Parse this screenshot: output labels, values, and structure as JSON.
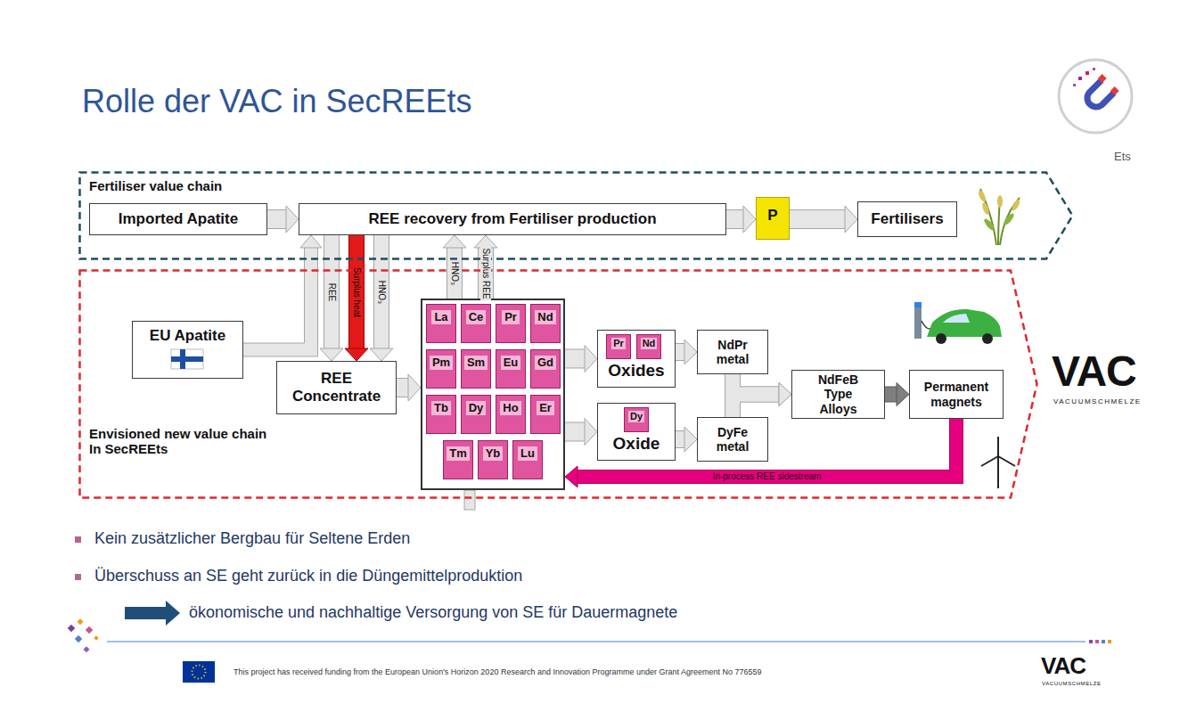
{
  "diagram": {
    "title": "Rolle der VAC in SecREEts",
    "nodes": [
      {
        "text": [
          "Fertiliser value chain"
        ]
      },
      {
        "text": [
          "Imported Apatite"
        ],
        "in": 0
      },
      {
        "text": [
          "REE recovery from Fertiliser production"
        ],
        "in": 0
      },
      {
        "text": [
          "P"
        ],
        "in": 0
      },
      {
        "text": [
          "Fertilisers"
        ],
        "in": 0
      },
      {
        "text": [
          "Envisioned new value chain In SecREEts"
        ]
      },
      {
        "text": [
          "EU Apatite"
        ],
        "in": 5
      },
      {
        "text": [
          "REE Concentrate"
        ],
        "in": 5
      },
      {
        "text": [],
        "in": 5
      },
      {
        "text": [
          "La"
        ],
        "in": 8
      },
      {
        "text": [
          "Ce"
        ],
        "in": 8
      },
      {
        "text": [
          "Pr"
        ],
        "in": 8
      },
      {
        "text": [
          "Nd"
        ],
        "in": 8
      },
      {
        "text": [
          "Pm"
        ],
        "in": 8
      },
      {
        "text": [
          "Sm"
        ],
        "in": 8
      },
      {
        "text": [
          "Eu"
        ],
        "in": 8
      },
      {
        "text": [
          "Gd"
        ],
        "in": 8
      },
      {
        "text": [
          "Tb"
        ],
        "in": 8
      },
      {
        "text": [
          "Dy"
        ],
        "in": 8
      },
      {
        "text": [
          "Ho"
        ],
        "in": 8
      },
      {
        "text": [
          "Er"
        ],
        "in": 8
      },
      {
        "text": [
          "Tm"
        ],
        "in": 8
      },
      {
        "text": [
          "Yb"
        ],
        "in": 8
      },
      {
        "text": [
          "Lu"
        ],
        "in": 8
      },
      {
        "text": [
          "Oxides"
        ],
        "in": 5
      },
      {
        "text": [
          "Pr"
        ],
        "in": 24
      },
      {
        "text": [
          "Nd"
        ],
        "in": 24
      },
      {
        "text": [
          "Oxide"
        ],
        "in": 5
      },
      {
        "text": [
          "Dy"
        ],
        "in": 27
      },
      {
        "text": [
          "NdPr metal"
        ],
        "in": 5
      },
      {
        "text": [
          "DyFe metal"
        ],
        "in": 5
      },
      {
        "text": [
          "NdFeB Type Alloys"
        ],
        "in": 5
      },
      {
        "text": [
          "Permanent magnets"
        ],
        "in": 5
      }
    ],
    "edges": [
      {
        "from": 1,
        "to": 2,
        "arrow": "to"
      },
      {
        "from": 6,
        "to": 2,
        "arrow": "to"
      },
      {
        "from": 2,
        "to": 7,
        "label": "REE",
        "arrow": "to"
      },
      {
        "from": 2,
        "to": 7,
        "label": "Surplus heat",
        "arrow": "to"
      },
      {
        "from": 2,
        "to": 7,
        "label": "HNO₃",
        "arrow": "to"
      },
      {
        "from": 7,
        "to": 8,
        "arrow": "to"
      },
      {
        "from": 8,
        "to": 2,
        "label": "HNO₃",
        "arrow": "to"
      },
      {
        "from": 8,
        "to": 2,
        "label": "Surplus REE",
        "arrow": "to"
      },
      {
        "from": 2,
        "to": 3,
        "arrow": "to"
      },
      {
        "from": 3,
        "to": 4,
        "arrow": "to"
      },
      {
        "from": 8,
        "to": 24,
        "arrow": "to"
      },
      {
        "from": 8,
        "to": 27,
        "arrow": "to"
      },
      {
        "from": 24,
        "to": 29,
        "arrow": "to"
      },
      {
        "from": 27,
        "to": 30,
        "arrow": "to"
      },
      {
        "from": 29,
        "to": 31,
        "arrow": "to"
      },
      {
        "from": 30,
        "to": 31,
        "arrow": "to"
      },
      {
        "from": 31,
        "to": 32,
        "arrow": "to"
      },
      {
        "from": 32,
        "to": 8,
        "label": "In-process REE sidestream",
        "arrow": "to"
      }
    ],
    "labels": [
      "Ets",
      "VAC",
      "VACUUMSCHMELZE",
      "Kein zusätzlicher Bergbau für Seltene Erden",
      "Überschuss an SE geht zurück in die Düngemittelproduktion",
      "ökonomische und nachhaltige Versorgung von SE für Dauermagnete",
      "This project has received funding from the European Union's Horizon 2020 Research and Innovation Programme under Grant Agreement No 776559",
      "VAC",
      "VACUUMSCHMELZE"
    ]
  }
}
